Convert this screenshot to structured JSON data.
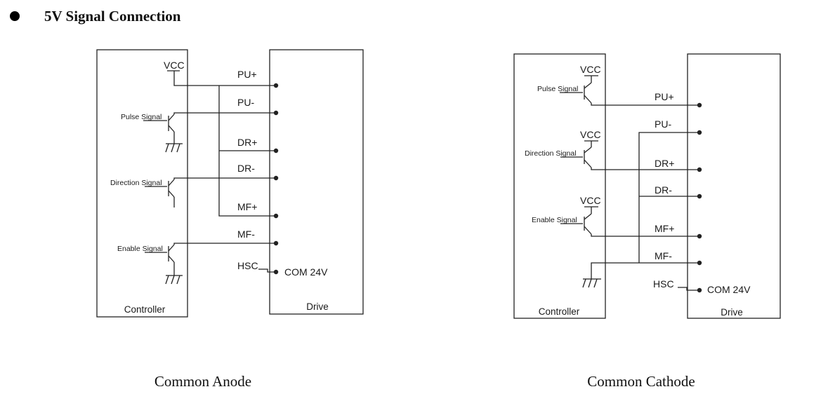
{
  "heading": "5V Signal Connection",
  "anode": {
    "caption": "Common Anode",
    "controller": "Controller",
    "drive": "Drive",
    "vcc": "VCC",
    "pins": [
      "PU+",
      "PU-",
      "DR+",
      "DR-",
      "MF+",
      "MF-",
      "HSC"
    ],
    "com": "COM 24V",
    "signals": [
      "Pulse Signal",
      "Direction Signal",
      "Enable Signal"
    ]
  },
  "cathode": {
    "caption": "Common Cathode",
    "controller": "Controller",
    "drive": "Drive",
    "vcc": "VCC",
    "pins": [
      "PU+",
      "PU-",
      "DR+",
      "DR-",
      "MF+",
      "MF-",
      "HSC"
    ],
    "com": "COM 24V",
    "signals": [
      "Pulse Signal",
      "Direction Signal",
      "Enable Signal"
    ]
  }
}
